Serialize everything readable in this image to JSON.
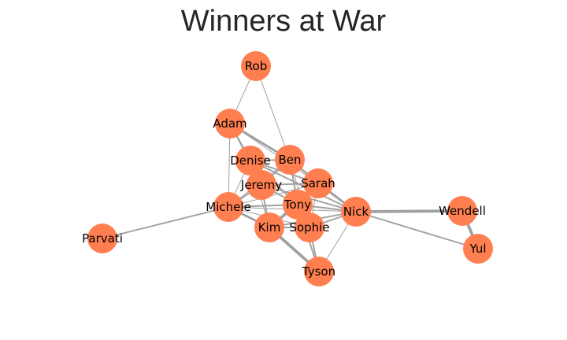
{
  "title": "Winners at War",
  "style": {
    "node_color": "#FF7F50",
    "edge_color": "#A0A0A0",
    "label_color": "#000000"
  },
  "graph": {
    "nodes": [
      {
        "id": "rob",
        "label": "Rob"
      },
      {
        "id": "adam",
        "label": "Adam"
      },
      {
        "id": "denise",
        "label": "Denise"
      },
      {
        "id": "ben",
        "label": "Ben"
      },
      {
        "id": "jeremy",
        "label": "Jeremy"
      },
      {
        "id": "sarah",
        "label": "Sarah"
      },
      {
        "id": "tony",
        "label": "Tony"
      },
      {
        "id": "michele",
        "label": "Michele"
      },
      {
        "id": "nick",
        "label": "Nick"
      },
      {
        "id": "wendell",
        "label": "Wendell"
      },
      {
        "id": "kim",
        "label": "Kim"
      },
      {
        "id": "sophie",
        "label": "Sophie"
      },
      {
        "id": "parvati",
        "label": "Parvati"
      },
      {
        "id": "yul",
        "label": "Yul"
      },
      {
        "id": "tyson",
        "label": "Tyson"
      }
    ],
    "edges": [
      {
        "source": "rob",
        "target": "adam",
        "weight": 1
      },
      {
        "source": "rob",
        "target": "ben",
        "weight": 1
      },
      {
        "source": "adam",
        "target": "denise",
        "weight": 2
      },
      {
        "source": "adam",
        "target": "ben",
        "weight": 3
      },
      {
        "source": "adam",
        "target": "michele",
        "weight": 1
      },
      {
        "source": "adam",
        "target": "jeremy",
        "weight": 1
      },
      {
        "source": "adam",
        "target": "sarah",
        "weight": 1
      },
      {
        "source": "denise",
        "target": "ben",
        "weight": 2
      },
      {
        "source": "denise",
        "target": "jeremy",
        "weight": 2
      },
      {
        "source": "denise",
        "target": "sarah",
        "weight": 2
      },
      {
        "source": "denise",
        "target": "tony",
        "weight": 2
      },
      {
        "source": "denise",
        "target": "michele",
        "weight": 1
      },
      {
        "source": "denise",
        "target": "nick",
        "weight": 2
      },
      {
        "source": "denise",
        "target": "kim",
        "weight": 1
      },
      {
        "source": "ben",
        "target": "sarah",
        "weight": 2
      },
      {
        "source": "ben",
        "target": "jeremy",
        "weight": 2
      },
      {
        "source": "ben",
        "target": "tony",
        "weight": 2
      },
      {
        "source": "ben",
        "target": "nick",
        "weight": 2
      },
      {
        "source": "ben",
        "target": "michele",
        "weight": 1
      },
      {
        "source": "ben",
        "target": "sophie",
        "weight": 1
      },
      {
        "source": "jeremy",
        "target": "michele",
        "weight": 2
      },
      {
        "source": "jeremy",
        "target": "sarah",
        "weight": 2
      },
      {
        "source": "jeremy",
        "target": "tony",
        "weight": 2
      },
      {
        "source": "jeremy",
        "target": "kim",
        "weight": 2
      },
      {
        "source": "jeremy",
        "target": "nick",
        "weight": 2
      },
      {
        "source": "sarah",
        "target": "tony",
        "weight": 3
      },
      {
        "source": "sarah",
        "target": "nick",
        "weight": 3
      },
      {
        "source": "sarah",
        "target": "kim",
        "weight": 2
      },
      {
        "source": "sarah",
        "target": "michele",
        "weight": 1
      },
      {
        "source": "sarah",
        "target": "sophie",
        "weight": 1
      },
      {
        "source": "tony",
        "target": "nick",
        "weight": 2
      },
      {
        "source": "tony",
        "target": "kim",
        "weight": 3
      },
      {
        "source": "tony",
        "target": "sophie",
        "weight": 2
      },
      {
        "source": "tony",
        "target": "michele",
        "weight": 2
      },
      {
        "source": "tony",
        "target": "tyson",
        "weight": 2
      },
      {
        "source": "michele",
        "target": "kim",
        "weight": 3
      },
      {
        "source": "michele",
        "target": "parvati",
        "weight": 2
      },
      {
        "source": "michele",
        "target": "nick",
        "weight": 1
      },
      {
        "source": "michele",
        "target": "sophie",
        "weight": 1
      },
      {
        "source": "nick",
        "target": "wendell",
        "weight": 4
      },
      {
        "source": "nick",
        "target": "yul",
        "weight": 2
      },
      {
        "source": "nick",
        "target": "kim",
        "weight": 2
      },
      {
        "source": "nick",
        "target": "sophie",
        "weight": 2
      },
      {
        "source": "nick",
        "target": "tyson",
        "weight": 1
      },
      {
        "source": "wendell",
        "target": "yul",
        "weight": 4
      },
      {
        "source": "kim",
        "target": "sophie",
        "weight": 2
      },
      {
        "source": "kim",
        "target": "tyson",
        "weight": 4
      },
      {
        "source": "sophie",
        "target": "tyson",
        "weight": 2
      }
    ]
  }
}
